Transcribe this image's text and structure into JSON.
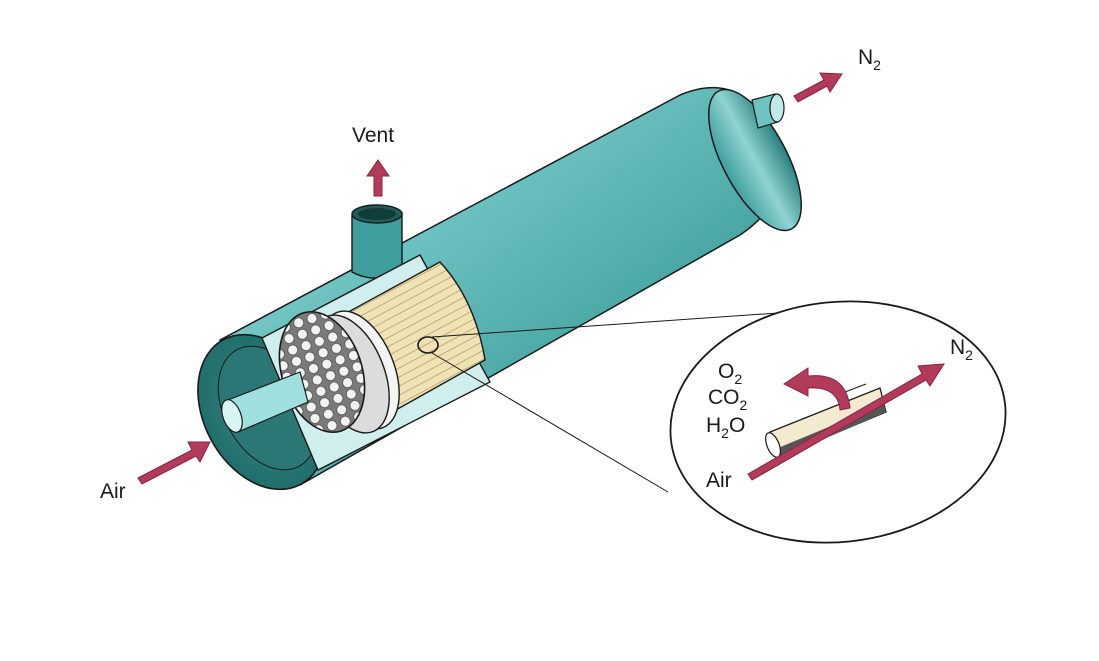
{
  "labels": {
    "vent": "Vent",
    "n2_top": "N",
    "n2_top_sub": "2",
    "air_left": "Air",
    "o2": "O",
    "o2_sub": "2",
    "co2": "CO",
    "co2_sub": "2",
    "h2o_h": "H",
    "h2o_sub": "2",
    "h2o_o": "O",
    "n2_inset": "N",
    "n2_inset_sub": "2",
    "air_inset": "Air"
  },
  "colors": {
    "shell": "#3f9e9c",
    "shell_light": "#9fe0df",
    "shell_dark": "#1f6e6c",
    "fiber_bundle": "#e8d9a8",
    "fiber_line": "#a08a55",
    "arrow": "#b23a5a",
    "outline": "#1a1a1a"
  }
}
